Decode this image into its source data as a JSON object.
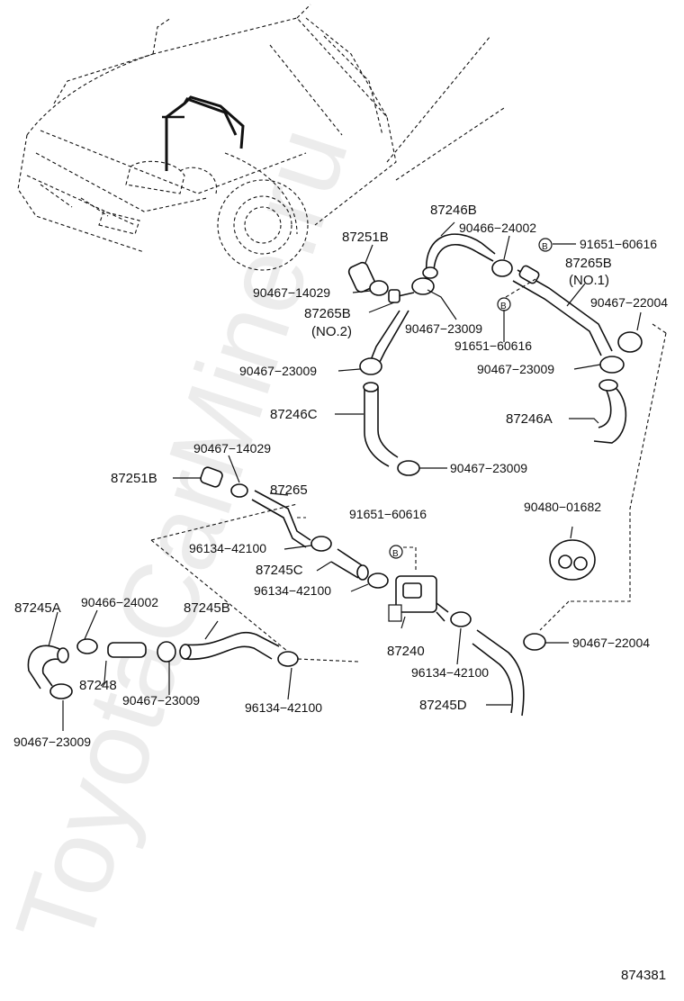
{
  "watermark": "ToyotaCarMine.ru",
  "diagram_id": "874381",
  "labels": {
    "p87251B_top": "87251B",
    "p90467_14029_top": "90467−14029",
    "p87265B_no2": "87265B",
    "no2": "(NO.2)",
    "p90467_23009_a": "90467−23009",
    "p87246B": "87246B",
    "p90466_24002_top": "90466−24002",
    "p90467_23009_mid": "90467−23009",
    "p91651_60616_top": "91651−60616",
    "p87265B_no1": "87265B",
    "no1": "(NO.1)",
    "p90467_22004_top": "90467−22004",
    "p91651_60616_mid": "91651−60616",
    "p90467_23009_right": "90467−23009",
    "p87246C": "87246C",
    "p87246A": "87246A",
    "p90467_14029_mid": "90467−14029",
    "p87251B_mid": "87251B",
    "p90467_23009_c": "90467−23009",
    "p87265": "87265",
    "p91651_60616_low": "91651−60616",
    "p96134_42100_a": "96134−42100",
    "p87245C": "87245C",
    "p96134_42100_b": "96134−42100",
    "p90480_01682": "90480−01682",
    "p87245A": "87245A",
    "p90466_24002_low": "90466−24002",
    "p87245B": "87245B",
    "p87248": "87248",
    "p87240": "87240",
    "p90467_22004_low": "90467−22004",
    "p96134_42100_c": "96134−42100",
    "p90467_23009_low": "90467−23009",
    "p96134_42100_d": "96134−42100",
    "p87245D": "87245D",
    "p90467_23009_bottom": "90467−23009",
    "b_marker": "B"
  }
}
